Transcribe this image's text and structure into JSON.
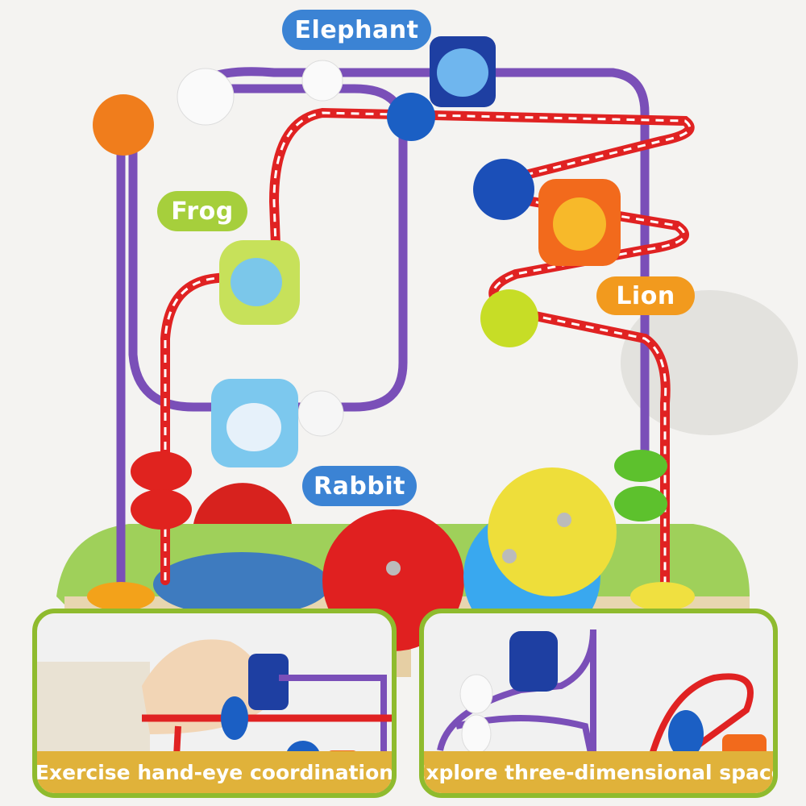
{
  "labels": {
    "elephant": "Elephant",
    "frog": "Frog",
    "lion": "Lion",
    "rabbit": "Rabbit"
  },
  "panels": [
    {
      "caption": "Exercise hand-eye coordination"
    },
    {
      "caption": "Explore three-dimensional space"
    }
  ],
  "colors": {
    "label_blue": "#3b83d4",
    "label_green": "#a6cf3c",
    "label_orange": "#f29a1e",
    "panel_border": "#8fbb2e",
    "caption_band": "#e0b23a",
    "wire_purple": "#7a4fb8",
    "wire_red": "#e02222"
  }
}
